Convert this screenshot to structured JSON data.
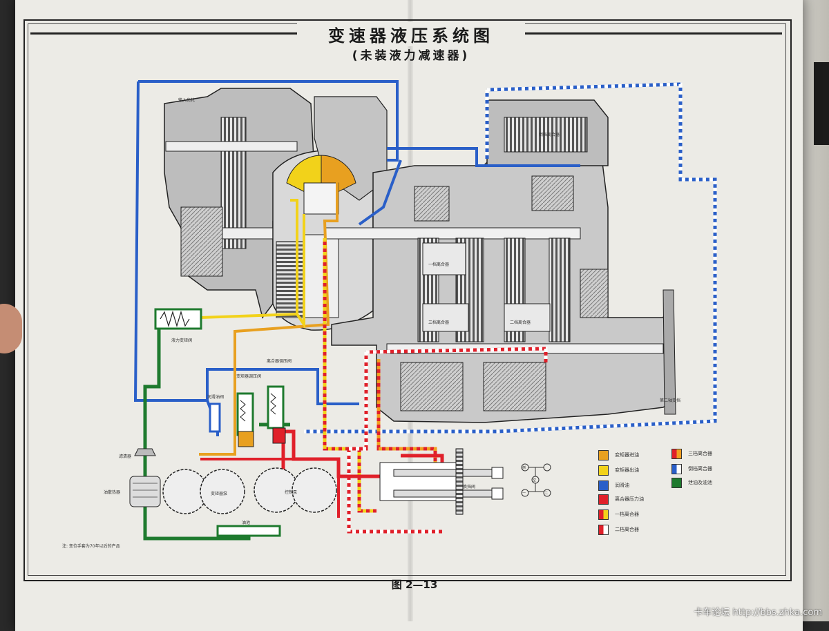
{
  "diagram": {
    "title": "变速器液压系统图",
    "subtitle": "(未装液力减速器)",
    "figure_label": "图 2—13",
    "footnote": "注: 变位手套为70年以后的产品"
  },
  "labels": {
    "input_shaft_note": "输入齿轮",
    "torque_converter_relief": "液力变矩阀",
    "clutch_adjust": "离合器调压阀",
    "converter_relief": "变矩器调压阀",
    "lubrication_relief": "润滑油阀",
    "filter": "滤清器",
    "oil_cooler": "油散热器",
    "pump1": "变矩器泵",
    "pump2": "控制泵",
    "sump": "油池",
    "shift_valve": "换挡阀",
    "first_clutch": "一档离合器",
    "reverse_clutch": "倒档离合器",
    "second_clutch": "二档离合器",
    "third_clutch": "三档离合器",
    "output_shaft_note": "第二轴变挡"
  },
  "shift_pattern": {
    "positions": [
      "倒",
      "空",
      "一",
      "二"
    ]
  },
  "legend": [
    {
      "label": "变矩器进油",
      "color": "#e8a020",
      "pattern": "solid"
    },
    {
      "label": "变矩器出油",
      "color": "#f2d21a",
      "pattern": "solid"
    },
    {
      "label": "润滑油",
      "color": "#2a5fc8",
      "pattern": "solid"
    },
    {
      "label": "离合器压力油",
      "color": "#e0202a",
      "pattern": "solid"
    },
    {
      "label": "一档离合器",
      "color": "#e0202a",
      "color2": "#f2d21a",
      "pattern": "split"
    },
    {
      "label": "二档离合器",
      "color": "#e0202a",
      "color2": "#ffffff",
      "pattern": "split"
    },
    {
      "label": "三档离合器",
      "color": "#e0202a",
      "color2": "#f2a020",
      "pattern": "split"
    },
    {
      "label": "倒档离合器",
      "color": "#2a5fc8",
      "color2": "#ffffff",
      "pattern": "split"
    },
    {
      "label": "泄油及油池",
      "color": "#1e7a2e",
      "pattern": "solid"
    }
  ],
  "watermark": "卡车论坛 http://bbs.zhka.com",
  "colors": {
    "converter_in": "#e8a020",
    "converter_out": "#f2d21a",
    "lube": "#2a5fc8",
    "clutch_pressure": "#e0202a",
    "drain": "#1e7a2e"
  }
}
